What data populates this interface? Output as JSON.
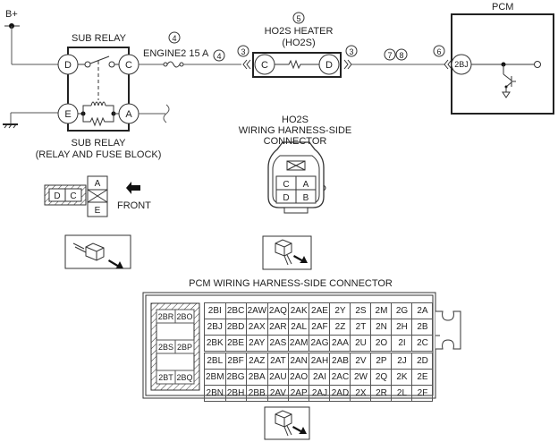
{
  "diagram": {
    "power_label": "B+",
    "sub_relay": {
      "title": "SUB RELAY",
      "caption_line1": "SUB RELAY",
      "caption_line2": "(RELAY AND FUSE BLOCK)",
      "terminals": [
        "D",
        "C",
        "E",
        "A"
      ]
    },
    "fuse": {
      "label": "ENGINE2 15 A",
      "ref": "4"
    },
    "wire_refs": {
      "after_fuse": "4",
      "heater_in": "3",
      "heater_out": "3",
      "mid_a": "7",
      "mid_b": "8",
      "pcm_in": "6"
    },
    "heater": {
      "ref": "5",
      "title_line1": "HO2S HEATER",
      "title_line2": "(HO2S)",
      "terminals": [
        "C",
        "D"
      ]
    },
    "pcm": {
      "title": "PCM",
      "terminal": "2BJ"
    }
  },
  "relay_connector": {
    "cells_left": [
      "D",
      "C"
    ],
    "cell_top": "A",
    "cell_bottom": "E",
    "front_label": "FRONT"
  },
  "ho2s_connector": {
    "title_line1": "HO2S",
    "title_line2": "WIRING HARNESS-SIDE",
    "title_line3": "CONNECTOR",
    "cells": [
      "C",
      "A",
      "D",
      "B"
    ]
  },
  "pcm_connector": {
    "title": "PCM WIRING HARNESS-SIDE CONNECTOR",
    "left_block": [
      "2BR",
      "2BO",
      "2BS",
      "2BP",
      "2BT",
      "2BQ"
    ],
    "rows": [
      [
        "2BI",
        "2BC",
        "2AW",
        "2AQ",
        "2AK",
        "2AE",
        "2Y",
        "2S",
        "2M",
        "2G",
        "2A"
      ],
      [
        "2BJ",
        "2BD",
        "2AX",
        "2AR",
        "2AL",
        "2AF",
        "2Z",
        "2T",
        "2N",
        "2H",
        "2B"
      ],
      [
        "2BK",
        "2BE",
        "2AY",
        "2AS",
        "2AM",
        "2AG",
        "2AA",
        "2U",
        "2O",
        "2I",
        "2C"
      ],
      [
        "2BL",
        "2BF",
        "2AZ",
        "2AT",
        "2AN",
        "2AH",
        "2AB",
        "2V",
        "2P",
        "2J",
        "2D"
      ],
      [
        "2BM",
        "2BG",
        "2BA",
        "2AU",
        "2AO",
        "2AI",
        "2AC",
        "2W",
        "2Q",
        "2K",
        "2E"
      ],
      [
        "2BN",
        "2BH",
        "2BB",
        "2AV",
        "2AP",
        "2AJ",
        "2AD",
        "2X",
        "2R",
        "2L",
        "2F"
      ]
    ]
  }
}
